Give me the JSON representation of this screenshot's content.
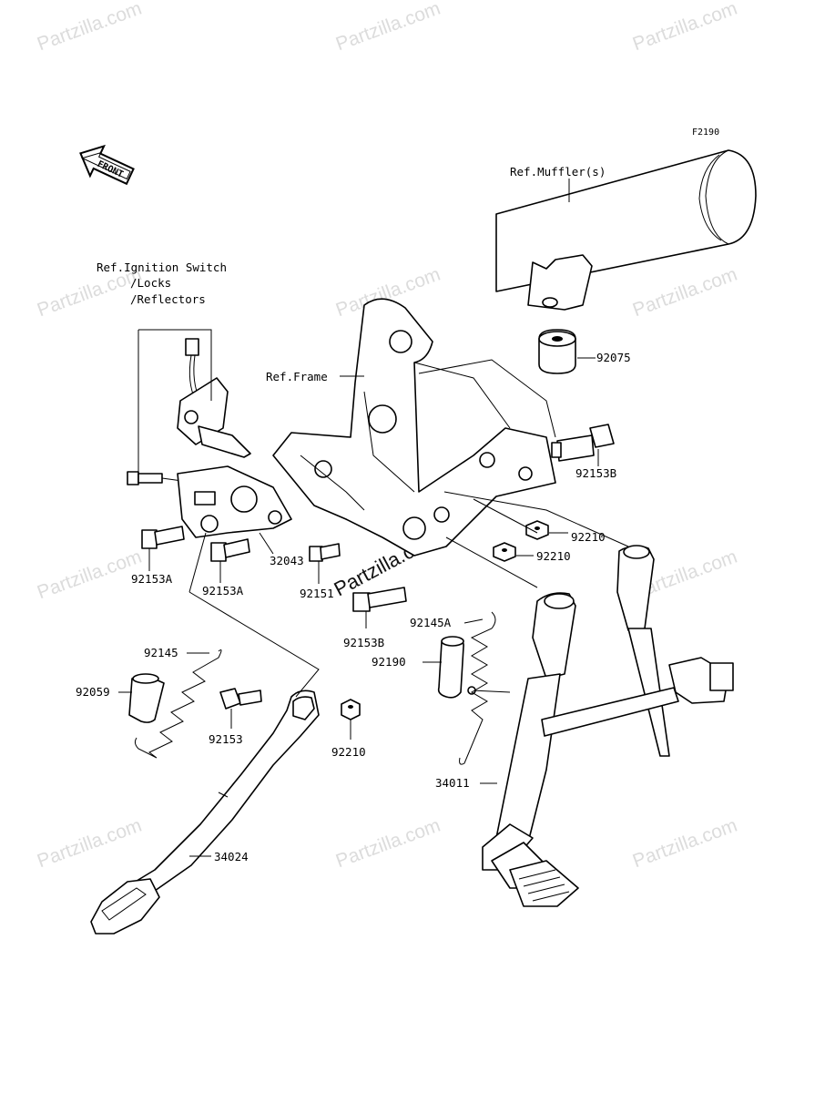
{
  "figure_code": "F2190",
  "front_label": "FRONT",
  "watermark": "Partzilla.com",
  "center_watermark": "Partzilla.com",
  "refs": {
    "muffler": "Ref.Muffler(s)",
    "ignition_1": "Ref.Ignition Switch",
    "ignition_2": "/Locks",
    "ignition_3": "/Reflectors",
    "frame": "Ref.Frame"
  },
  "parts": {
    "p92075": "92075",
    "p92153B_top": "92153B",
    "p92210_a": "92210",
    "p92210_b": "92210",
    "p32043": "32043",
    "p92153A_left": "92153A",
    "p92153A_mid": "92153A",
    "p92151": "92151",
    "p92153B_low": "92153B",
    "p92145A": "92145A",
    "p92190": "92190",
    "p92145": "92145",
    "p92059": "92059",
    "p92153": "92153",
    "p92210_c": "92210",
    "p34011": "34011",
    "p34024": "34024"
  }
}
